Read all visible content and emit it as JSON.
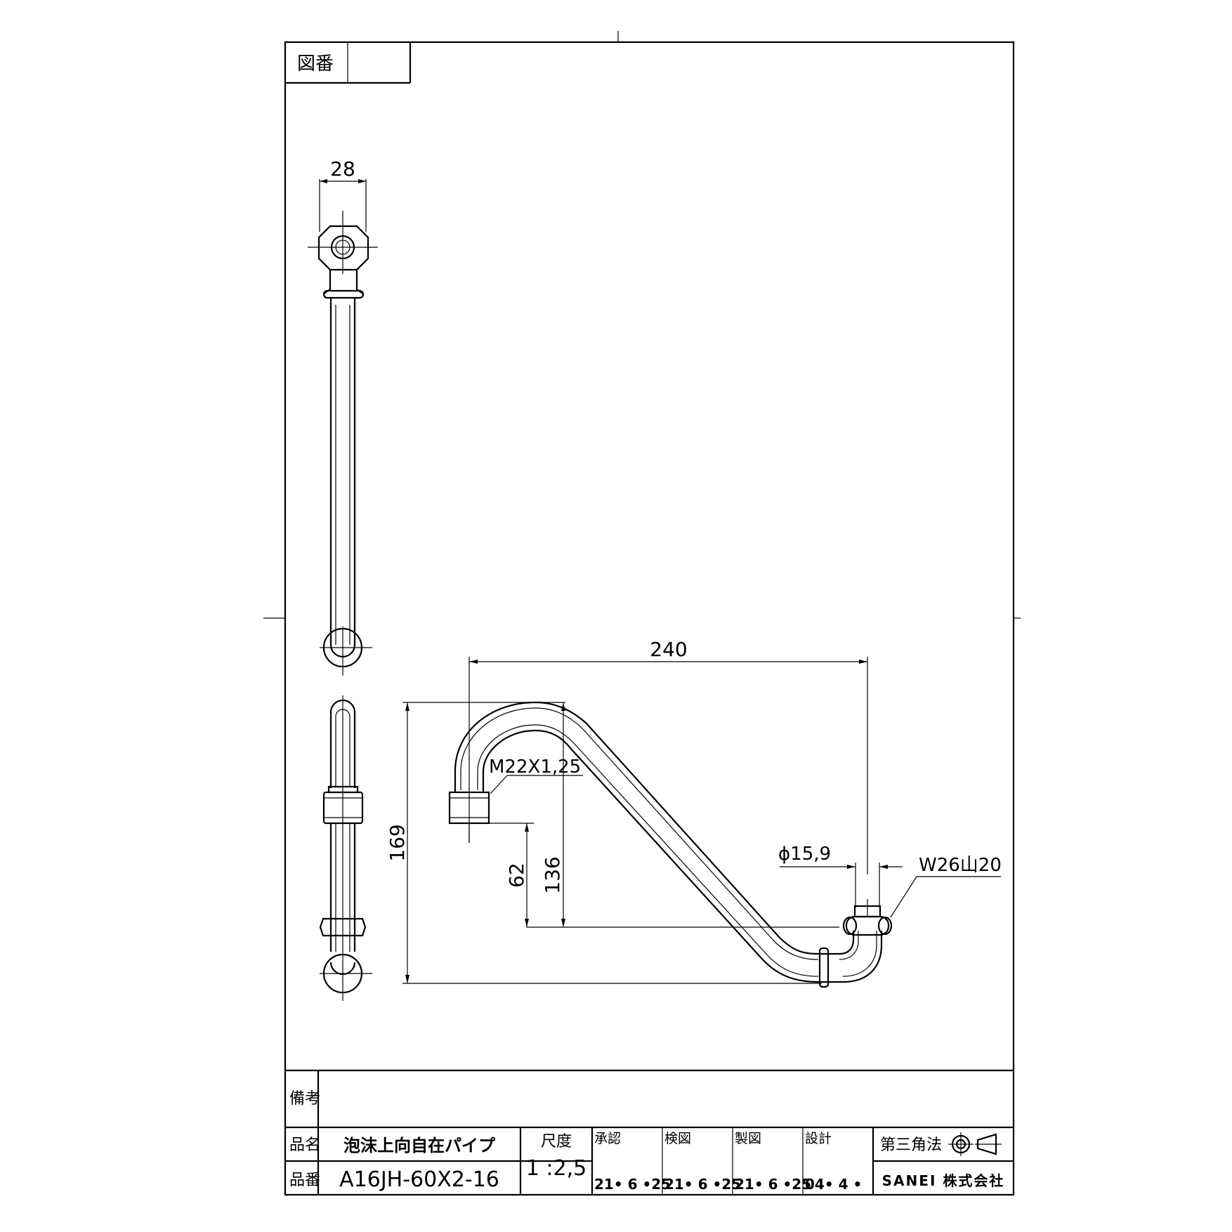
{
  "drawing_number": {
    "label": "図番",
    "value": ""
  },
  "dimensions": {
    "width_28": "28",
    "length_240": "240",
    "height_169": "169",
    "height_62": "62",
    "height_136": "136",
    "thread_m22": "M22X1,25",
    "diameter": "ϕ15,9",
    "thread_w26": "W26山20"
  },
  "title_block": {
    "remarks_label": "備考",
    "remarks_value": "",
    "product_name_label": "品名",
    "product_name": "泡沫上向自在パイプ",
    "product_number_label": "品番",
    "product_number": "A16JH-60X2-16",
    "scale_label": "尺度",
    "scale_value": "1 :2,5",
    "approval_label": "承認",
    "approval_date": "21• 6 •25",
    "check_label": "検図",
    "check_date": "21• 6 •25",
    "drafting_label": "製図",
    "drafting_date": "21• 6 •25",
    "design_label": "設計",
    "design_date": "04• 4 •",
    "projection_label": "第三角法",
    "company": "SANEI 株式会社"
  }
}
